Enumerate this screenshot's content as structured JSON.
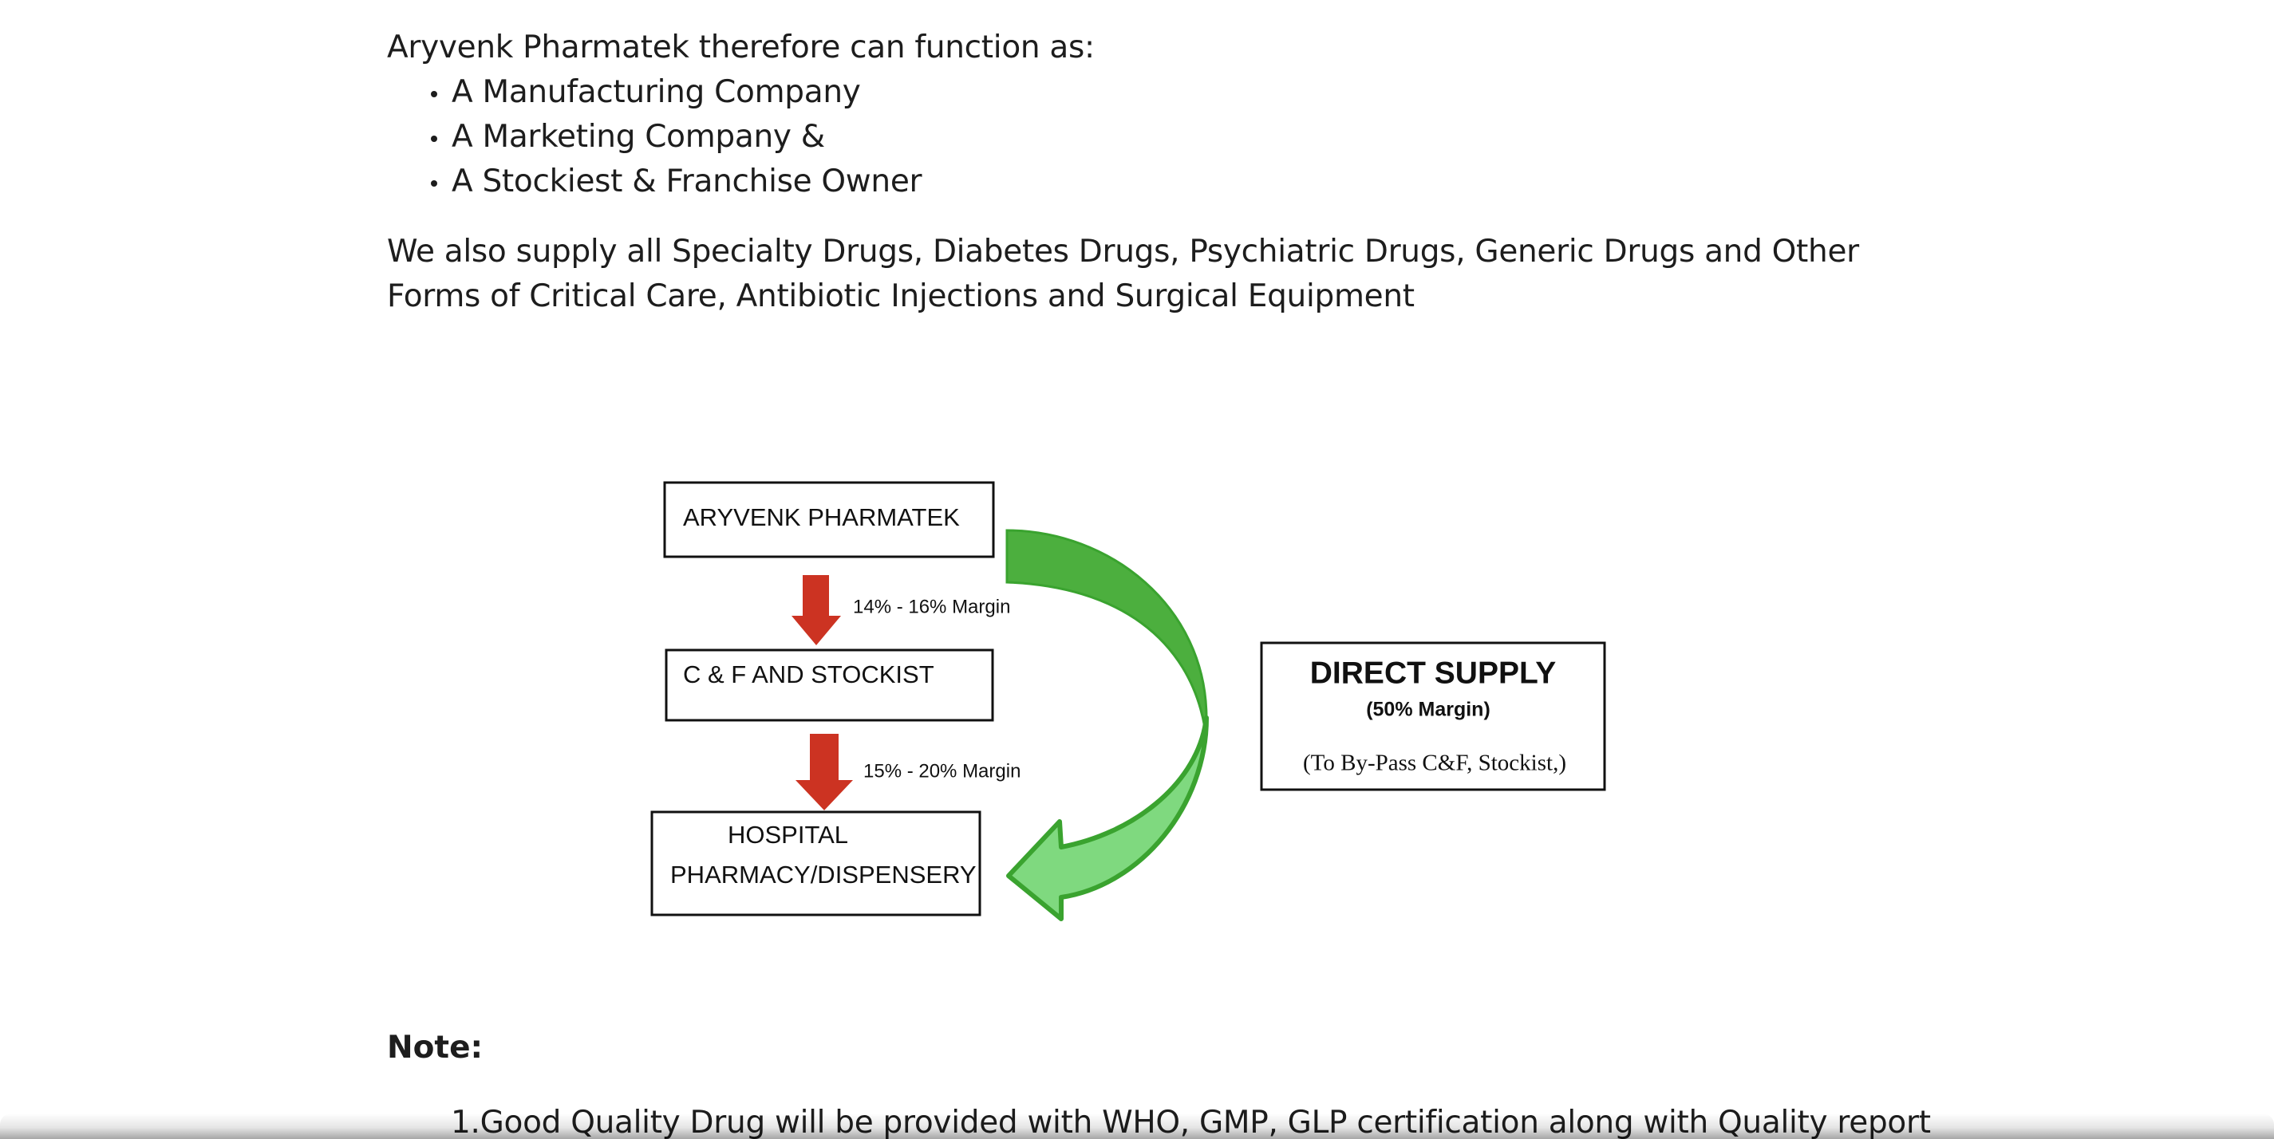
{
  "intro": {
    "text": "Aryvenk Pharmatek therefore can function as:",
    "roles": [
      "A Manufacturing Company",
      "A Marketing Company &",
      "A Stockiest & Franchise Owner"
    ]
  },
  "supply_text": "We also supply all Specialty Drugs, Diabetes Drugs, Psychiatric Drugs, Generic Drugs and Other Forms of Critical Care, Antibiotic Injections and Surgical Equipment",
  "diagram": {
    "boxes": {
      "company": "ARYVENK PHARMATEK",
      "stockist": "C & F AND STOCKIST",
      "hospital_line1": "HOSPITAL",
      "hospital_line2": "PHARMACY/DISPENSERY"
    },
    "margins": {
      "first": "14% - 16% Margin",
      "second": "15% - 20% Margin"
    },
    "direct_supply": {
      "title": "DIRECT SUPPLY",
      "margin": "(50% Margin)",
      "note": "(To By-Pass C&F, Stockist,)"
    },
    "colors": {
      "down_arrow": "#cc3322",
      "curve_dark": "#4caf3e",
      "curve_light": "#7fd97f",
      "curve_outline": "#3aa32f"
    }
  },
  "note": {
    "title": "Note:",
    "items": [
      "1.Good Quality Drug will be provided with WHO, GMP, GLP certification along with Quality report"
    ]
  }
}
